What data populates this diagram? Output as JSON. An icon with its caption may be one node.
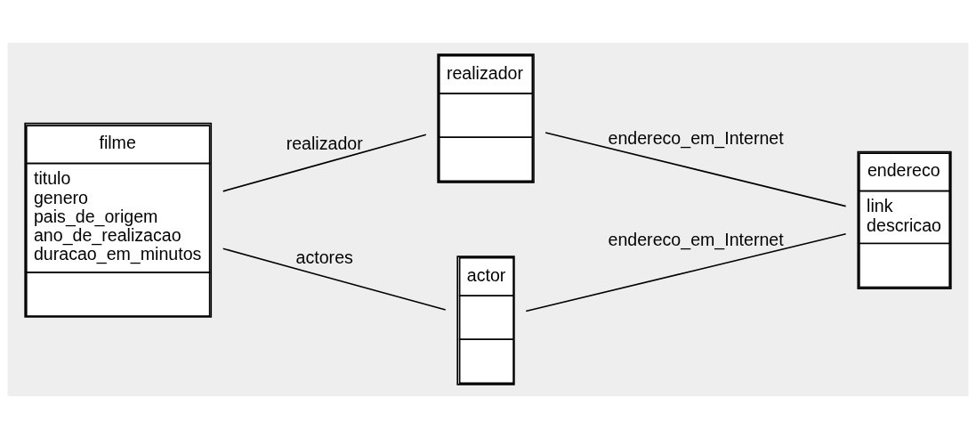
{
  "diagram": {
    "nodes": [
      {
        "text": [
          "filme",
          "titulo",
          "genero",
          "pais_de_origem",
          "ano_de_realizacao",
          "duracao_em_minutos"
        ]
      },
      {
        "text": [
          "realizador"
        ]
      },
      {
        "text": [
          "endereco",
          "link",
          "descricao"
        ]
      },
      {
        "text": [
          "actor"
        ]
      }
    ],
    "edges": [
      {
        "from": 0,
        "to": 1,
        "arrow": "none",
        "label": "realizador"
      },
      {
        "from": 1,
        "to": 2,
        "arrow": "none",
        "label": "endereco_em_Internet"
      },
      {
        "from": 0,
        "to": 3,
        "arrow": "none",
        "label": "actores"
      },
      {
        "from": 3,
        "to": 2,
        "arrow": "none",
        "label": "endereco_em_Internet"
      }
    ]
  }
}
